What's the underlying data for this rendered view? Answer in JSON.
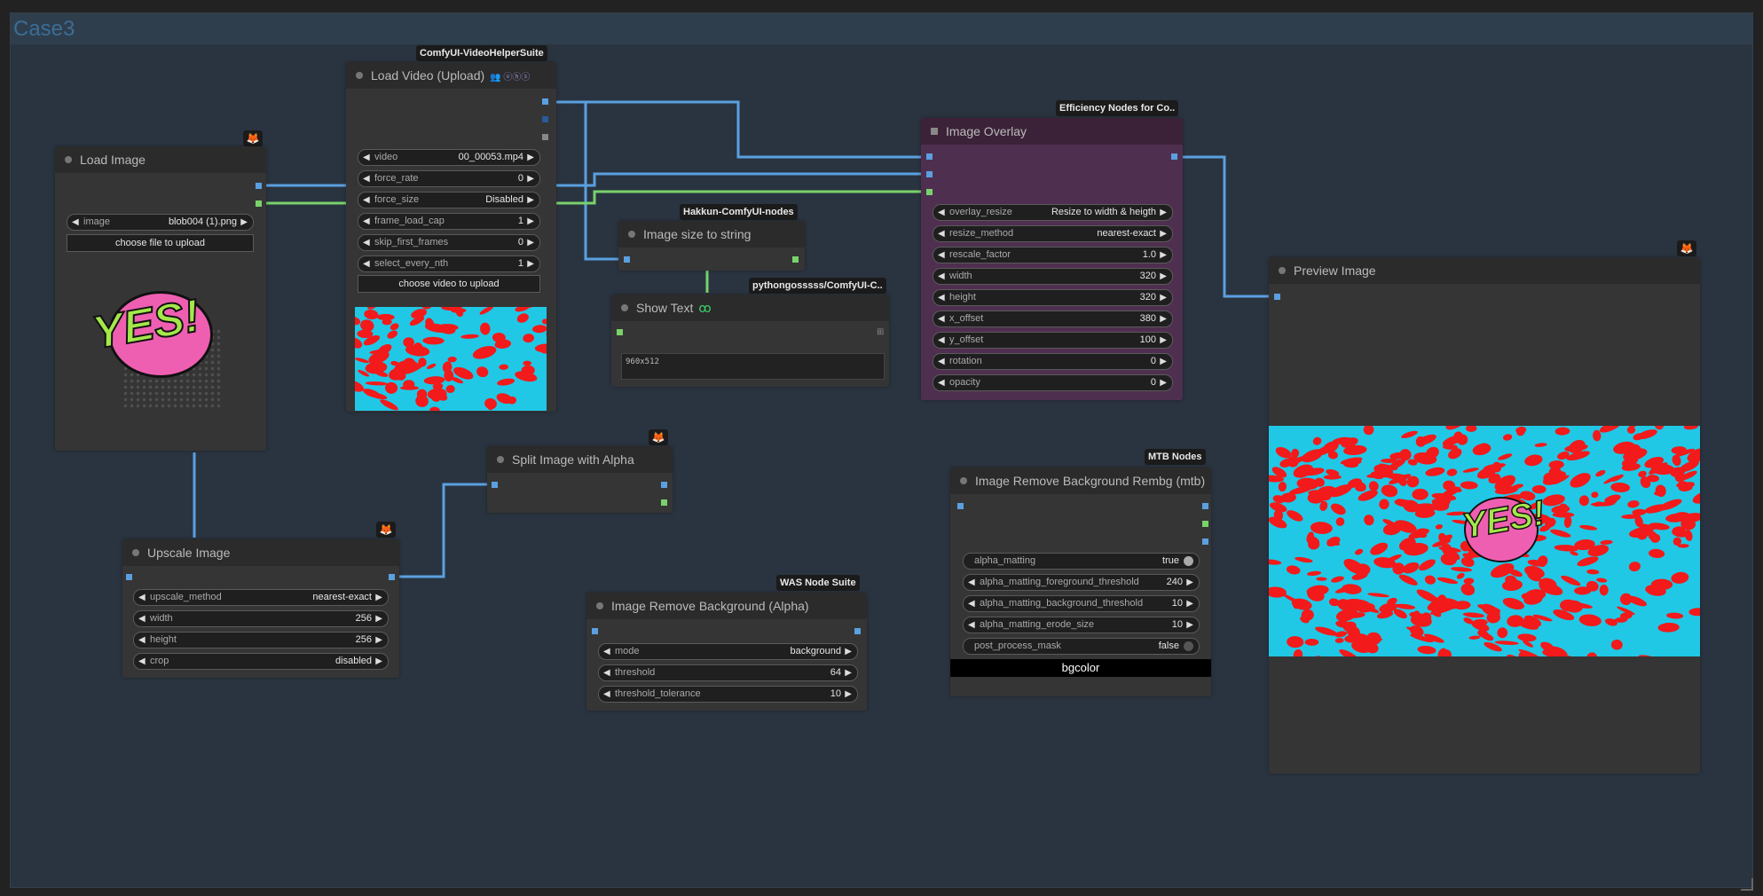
{
  "group": {
    "title": "Case3"
  },
  "colors": {
    "group_bg": "#2a3440",
    "node_bg": "#353535",
    "overlay_node_bg": "#4f2f4f",
    "wire_image": "#5aa0e0",
    "wire_mask": "#79d26b"
  },
  "nodes": {
    "load_image": {
      "title": "Load Image",
      "widgets": [
        {
          "label": "image",
          "value": "blob004 (1).png"
        }
      ],
      "button": "choose file to upload",
      "preview_text": "YES!"
    },
    "load_video": {
      "badge": "ComfyUI-VideoHelperSuite",
      "title": "Load Video (Upload)",
      "widgets": [
        {
          "label": "video",
          "value": "00_00053.mp4"
        },
        {
          "label": "force_rate",
          "value": "0"
        },
        {
          "label": "force_size",
          "value": "Disabled"
        },
        {
          "label": "frame_load_cap",
          "value": "1"
        },
        {
          "label": "skip_first_frames",
          "value": "0"
        },
        {
          "label": "select_every_nth",
          "value": "1"
        }
      ],
      "button": "choose video to upload"
    },
    "image_size_to_string": {
      "badge": "Hakkun-ComfyUI-nodes",
      "title": "Image size to string"
    },
    "show_text": {
      "badge": "pythongosssss/ComfyUI-C..",
      "title": "Show Text",
      "text": "960x512"
    },
    "image_overlay": {
      "badge": "Efficiency Nodes for Co..",
      "title": "Image Overlay",
      "widgets": [
        {
          "label": "overlay_resize",
          "value": "Resize to width & heigth"
        },
        {
          "label": "resize_method",
          "value": "nearest-exact"
        },
        {
          "label": "rescale_factor",
          "value": "1.0"
        },
        {
          "label": "width",
          "value": "320"
        },
        {
          "label": "height",
          "value": "320"
        },
        {
          "label": "x_offset",
          "value": "380"
        },
        {
          "label": "y_offset",
          "value": "100"
        },
        {
          "label": "rotation",
          "value": "0"
        },
        {
          "label": "opacity",
          "value": "0"
        }
      ]
    },
    "preview_image": {
      "title": "Preview Image",
      "preview_text": "YES!"
    },
    "split_image": {
      "title": "Split Image with Alpha"
    },
    "upscale_image": {
      "title": "Upscale Image",
      "widgets": [
        {
          "label": "upscale_method",
          "value": "nearest-exact"
        },
        {
          "label": "width",
          "value": "256"
        },
        {
          "label": "height",
          "value": "256"
        },
        {
          "label": "crop",
          "value": "disabled"
        }
      ]
    },
    "remove_bg_alpha": {
      "badge": "WAS Node Suite",
      "title": "Image Remove Background (Alpha)",
      "widgets": [
        {
          "label": "mode",
          "value": "background"
        },
        {
          "label": "threshold",
          "value": "64"
        },
        {
          "label": "threshold_tolerance",
          "value": "10"
        }
      ]
    },
    "remove_bg_rembg": {
      "badge": "MTB Nodes",
      "title": "Image Remove Background Rembg (mtb)",
      "widgets": [
        {
          "label": "alpha_matting",
          "value": "true",
          "toggle": true,
          "on": true
        },
        {
          "label": "alpha_matting_foreground_threshold",
          "value": "240"
        },
        {
          "label": "alpha_matting_background_threshold",
          "value": "10"
        },
        {
          "label": "alpha_matting_erode_size",
          "value": "10"
        },
        {
          "label": "post_process_mask",
          "value": "false",
          "toggle": true,
          "on": false
        }
      ],
      "footer": "bgcolor"
    }
  }
}
